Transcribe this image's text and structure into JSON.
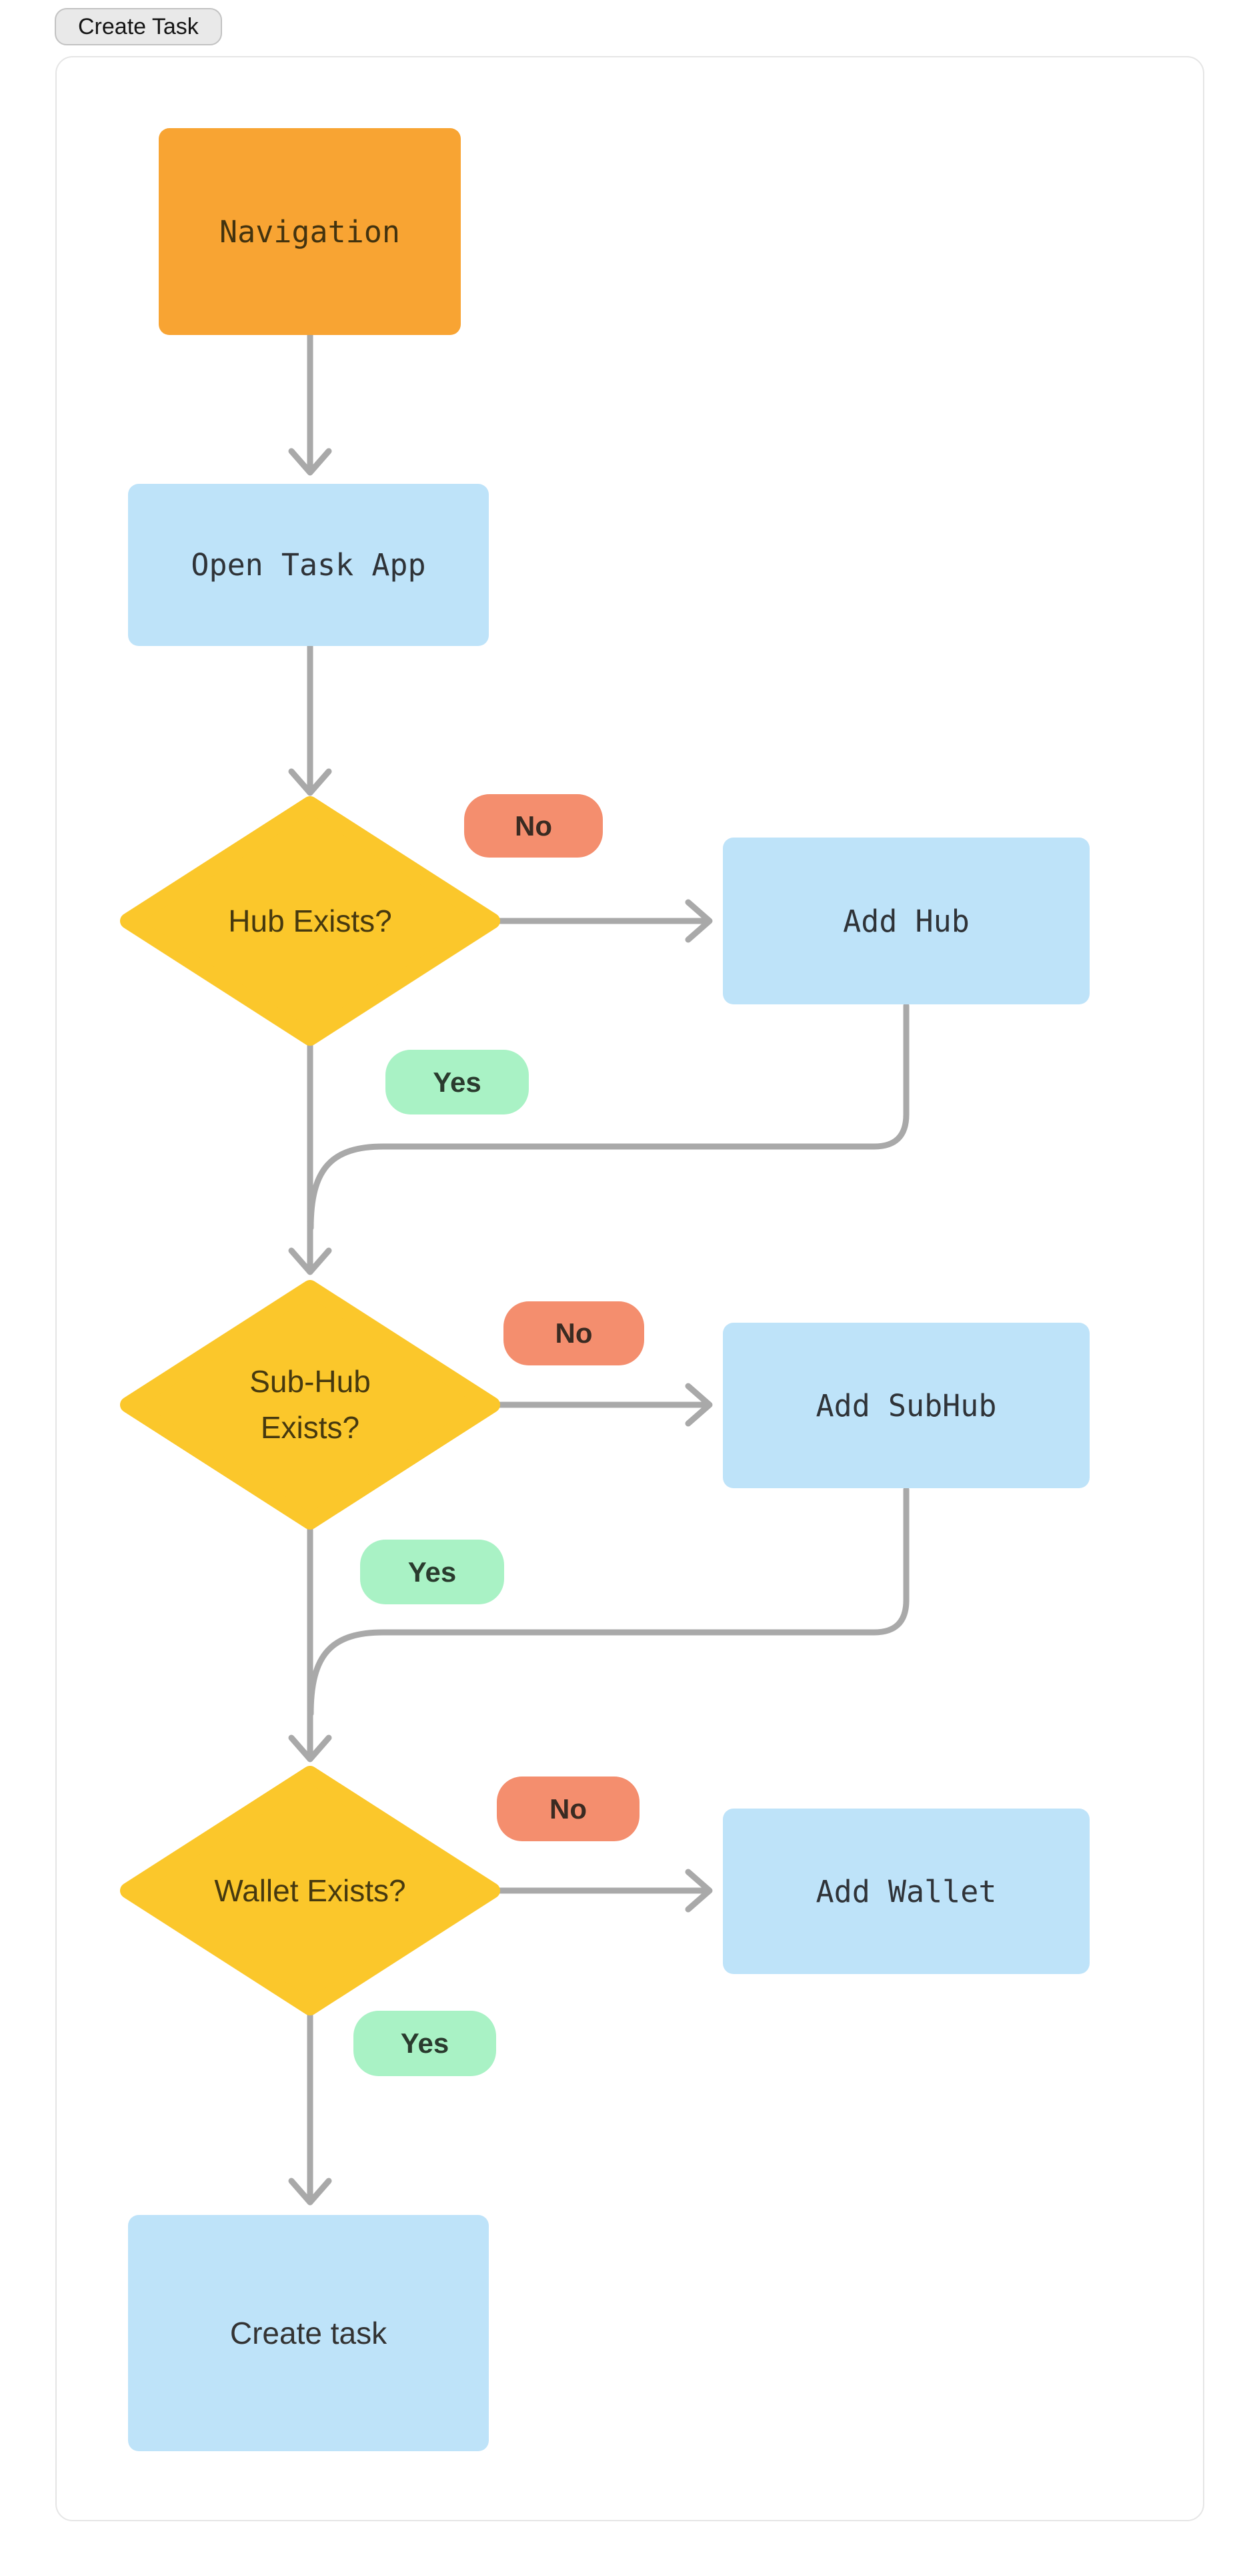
{
  "toolbar": {
    "create_task_button": "Create Task"
  },
  "flowchart": {
    "nodes": {
      "navigation": {
        "label": "Navigation",
        "type": "start"
      },
      "open_task_app": {
        "label": "Open Task App",
        "type": "process"
      },
      "hub_exists": {
        "label": "Hub Exists?",
        "type": "decision"
      },
      "add_hub": {
        "label": "Add Hub",
        "type": "process"
      },
      "sub_hub_exists": {
        "label": "Sub-Hub Exists?",
        "type": "decision"
      },
      "add_subhub": {
        "label": "Add SubHub",
        "type": "process"
      },
      "wallet_exists": {
        "label": "Wallet Exists?",
        "type": "decision"
      },
      "add_wallet": {
        "label": "Add Wallet",
        "type": "process"
      },
      "create_task": {
        "label": "Create task",
        "type": "process"
      }
    },
    "edge_labels": {
      "hub_no": "No",
      "hub_yes": "Yes",
      "subhub_no": "No",
      "subhub_yes": "Yes",
      "wallet_no": "No",
      "wallet_yes": "Yes"
    },
    "colors": {
      "start_node": "#F8A433",
      "process_node": "#BEE3F9",
      "decision_node": "#FBC72B",
      "no_pill": "#F48E6E",
      "yes_pill": "#A9F2C5",
      "edge_line": "#A9A9A9",
      "card_border": "#E5E5E5"
    }
  }
}
